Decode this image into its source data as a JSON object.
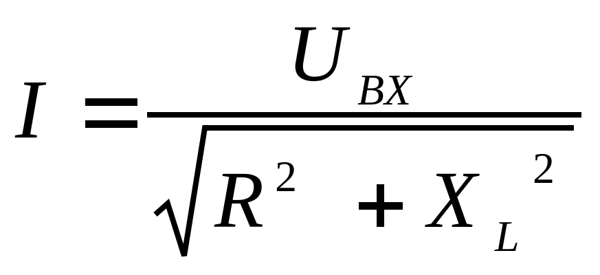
{
  "formula": {
    "lhs": "I",
    "equals": "=",
    "numerator": {
      "base": "U",
      "subscript": "BX"
    },
    "denominator": {
      "term1": {
        "base": "R",
        "exponent": "2"
      },
      "operator": "+",
      "term2": {
        "base": "X",
        "subscript": "L",
        "exponent": "2"
      }
    }
  }
}
